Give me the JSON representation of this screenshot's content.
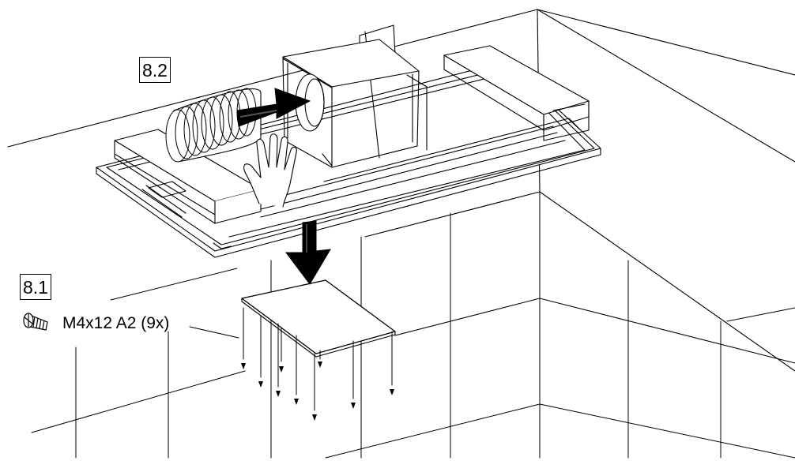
{
  "callouts": {
    "step_top": "8.2",
    "step_bottom": "8.1"
  },
  "screw_spec": "M4x12 A2 (9x)",
  "icons": {
    "screw": "screw-icon",
    "hand": "hand-icon",
    "arrow_insert": "arrow-right-icon",
    "arrow_lower": "arrow-down-icon"
  },
  "colors": {
    "line": "#000000",
    "background": "#ffffff",
    "arrow_fill": "#000000",
    "arrow_mid": "#333333"
  }
}
